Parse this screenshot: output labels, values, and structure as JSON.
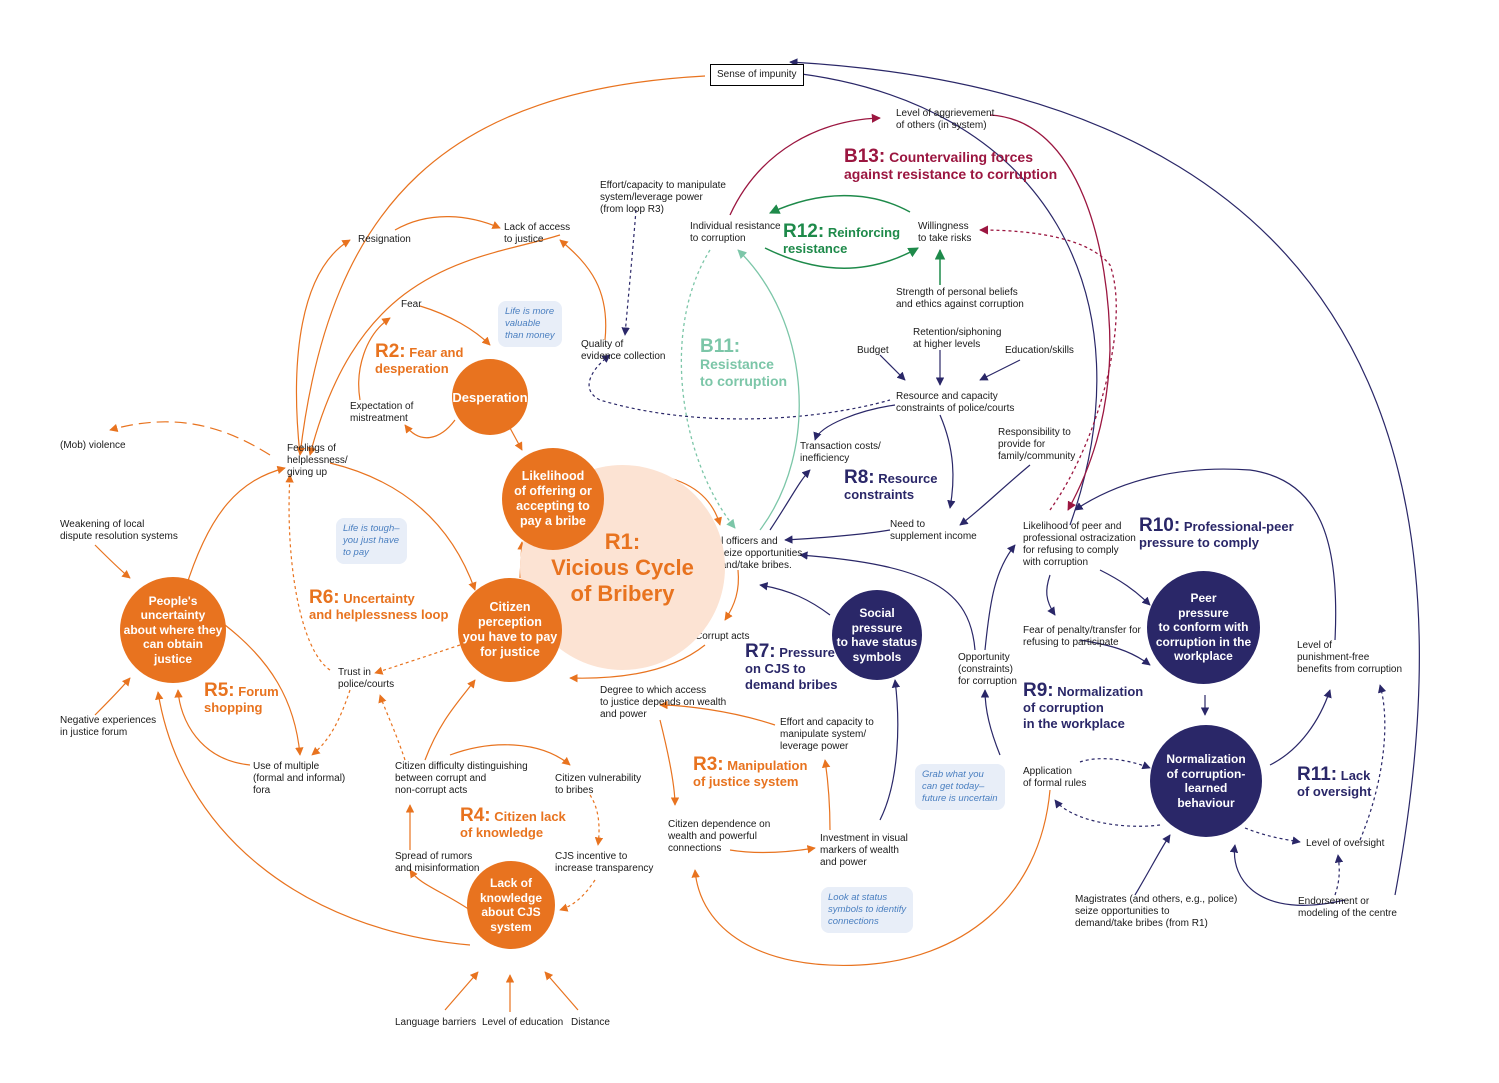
{
  "labels": {
    "sense_of_impunity": "Sense of impunity",
    "level_aggrievement": "Level of aggrievement\nof others (in system)",
    "effort_capacity_r3": "Effort/capacity to manipulate\nsystem/leverage power\n(from loop R3)",
    "individual_resistance": "Individual resistance\nto corruption",
    "willingness_risks": "Willingness\nto take risks",
    "strength_beliefs": "Strength of personal beliefs\nand ethics against corruption",
    "resignation": "Resignation",
    "lack_access": "Lack of access\nto justice",
    "fear": "Fear",
    "quality_evidence": "Quality of\nevidence collection",
    "expectation_mistreatment": "Expectation of\nmistreatment",
    "mob_violence": "(Mob) violence",
    "feelings_helplessness": "Feelings of\nhelplessness/\ngiving up",
    "budget": "Budget",
    "retention": "Retention/siphoning\nat higher levels",
    "education_skills": "Education/skills",
    "resource_constraints": "Resource and capacity\nconstraints of police/courts",
    "transaction_costs": "Transaction costs/\ninefficiency",
    "responsibility_family": "Responsibility to\nprovide for\nfamily/community",
    "weakening_local": "Weakening of local\ndispute resolution systems",
    "judicial_officers": "Judicial officers and\npolice seize opportunities\nto demand/take bribes.",
    "need_supplement": "Need to\nsupplement income",
    "likelihood_ostracization": "Likelihood of peer and\nprofessional ostracization\nfor refusing to comply\nwith corruption",
    "corrupt_acts": "Corrupt acts",
    "trust_police": "Trust in\npolice/courts",
    "fear_penalty": "Fear of penalty/transfer for\nrefusing to participate",
    "opportunity_constraints": "Opportunity\n(constraints)\nfor corruption",
    "level_punishment": "Level of\npunishment-free\nbenefits from corruption",
    "degree_access": "Degree to which access\nto justice depends on wealth\nand power",
    "negative_experiences": "Negative experiences\nin justice forum",
    "effort_capacity": "Effort and capacity to\nmanipulate system/\nleverage power",
    "use_multiple_fora": "Use of multiple\n(formal and informal)\nfora",
    "citizen_difficulty": "Citizen difficulty distinguishing\nbetween corrupt and\nnon-corrupt acts",
    "citizen_vulnerability": "Citizen vulnerability\nto bribes",
    "application_rules": "Application\nof formal rules",
    "citizen_dependence": "Citizen dependence on\nwealth and powerful\nconnections",
    "investment_visual": "Investment in visual\nmarkers of wealth\nand power",
    "level_oversight": "Level of oversight",
    "spread_rumors": "Spread of rumors\nand misinformation",
    "cjs_incentive": "CJS incentive to\nincrease transparency",
    "magistrates": "Magistrates (and others, e.g., police)\nseize opportunities to\ndemand/take bribes (from R1)",
    "endorsement": "Endorsement or\nmodeling of the centre",
    "language_barriers": "Language barriers",
    "level_education": "Level of education",
    "distance": "Distance"
  },
  "nodes": {
    "desperation": "Desperation",
    "likelihood_bribe": "Likelihood\nof offering or\naccepting to\npay a bribe",
    "r1": "R1:\nVicious Cycle\nof Bribery",
    "citizen_perception": "Citizen\nperception\nyou have to pay\nfor justice",
    "peoples_uncertainty": "People's\nuncertainty\nabout where they\ncan obtain\njustice",
    "lack_knowledge": "Lack of\nknowledge\nabout CJS\nsystem",
    "social_pressure": "Social\npressure\nto have status\nsymbols",
    "peer_pressure": "Peer\npressure\nto conform with\ncorruption in the\nworkplace",
    "normalization": "Normalization\nof corruption-\nlearned\nbehaviour"
  },
  "loops": {
    "b13": {
      "id": "B13:",
      "text": "Countervailing forces\nagainst resistance to corruption"
    },
    "r12": {
      "id": "R12:",
      "text": "Reinforcing\nresistance"
    },
    "b11": {
      "id": "B11:",
      "text": "Resistance\nto corruption"
    },
    "r2": {
      "id": "R2:",
      "text": "Fear and\ndesperation"
    },
    "r8": {
      "id": "R8:",
      "text": "Resource\nconstraints"
    },
    "r10": {
      "id": "R10:",
      "text": "Professional-peer\npressure to comply"
    },
    "r6": {
      "id": "R6:",
      "text": "Uncertainty\nand helplessness loop"
    },
    "r7": {
      "id": "R7:",
      "text": "Pressure\non CJS to\ndemand bribes"
    },
    "r9": {
      "id": "R9:",
      "text": "Normalization\nof corruption\nin the workplace"
    },
    "r5": {
      "id": "R5:",
      "text": "Forum\nshopping"
    },
    "r3": {
      "id": "R3:",
      "text": "Manipulation\nof justice system"
    },
    "r4": {
      "id": "R4:",
      "text": "Citizen lack\nof knowledge"
    },
    "r11": {
      "id": "R11:",
      "text": "Lack\nof oversight"
    }
  },
  "bubbles": {
    "life_valuable": "Life is more\nvaluable\nthan money",
    "life_tough": "Life is tough–\nyou just have\nto pay",
    "grab_what": "Grab what you\ncan get today–\nfuture is uncertain",
    "look_status": "Look at status\nsymbols to identify\nconnections"
  },
  "colors": {
    "orange": "#e8731f",
    "navy": "#2a2768",
    "green": "#1e8a4a",
    "teal": "#7cc6a8",
    "maroon": "#9b1640",
    "peach": "#fce3d3"
  }
}
